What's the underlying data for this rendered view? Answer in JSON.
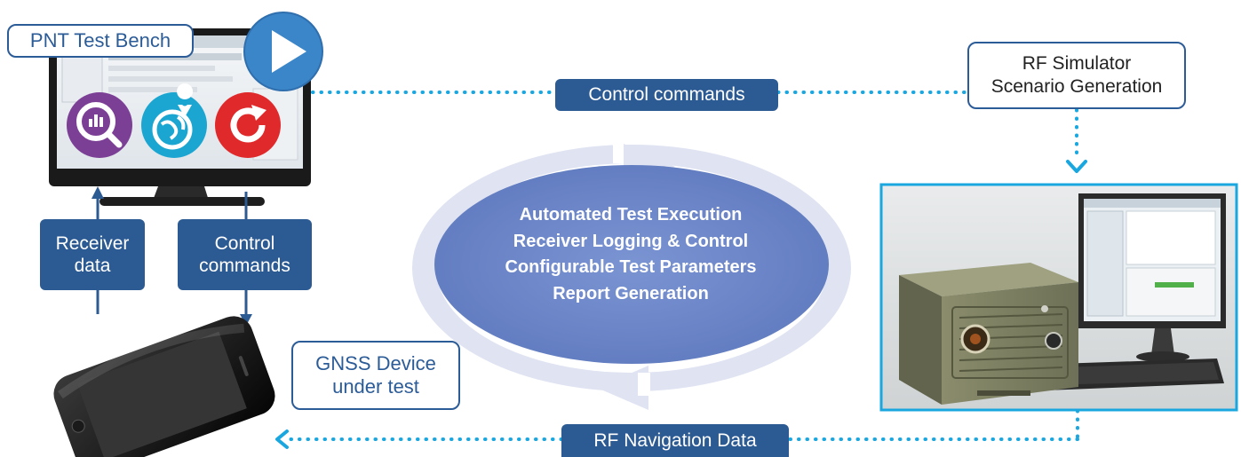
{
  "labels": {
    "pnt_test_bench": "PNT Test Bench",
    "control_commands_top": "Control commands",
    "rf_simulator_line1": "RF Simulator",
    "rf_simulator_line2": "Scenario Generation",
    "receiver_data_line1": "Receiver",
    "receiver_data_line2": "data",
    "control_commands_left_line1": "Control",
    "control_commands_left_line2": "commands",
    "gnss_device_line1": "GNSS Device",
    "gnss_device_line2": "under test",
    "rf_navigation_data": "RF Navigation Data"
  },
  "center_features": [
    "Automated Test Execution",
    "Receiver Logging & Control",
    "Configurable Test Parameters",
    "Report Generation"
  ],
  "colors": {
    "navy": "#2c5a93",
    "dotted_cyan": "#1aa7e0",
    "ellipse": "#6b86c9",
    "ring": "#dfe3f2",
    "icon_purple": "#7c3f96",
    "icon_cyan": "#1ba6d2",
    "icon_red": "#e0292b",
    "play_blue": "#3b85c9"
  },
  "icons": [
    "monitor-image",
    "play-icon",
    "analytics-icon",
    "globe-location-icon",
    "refresh-icon",
    "smartphone-image",
    "rf-simulator-hardware-image",
    "cycle-arrows"
  ]
}
